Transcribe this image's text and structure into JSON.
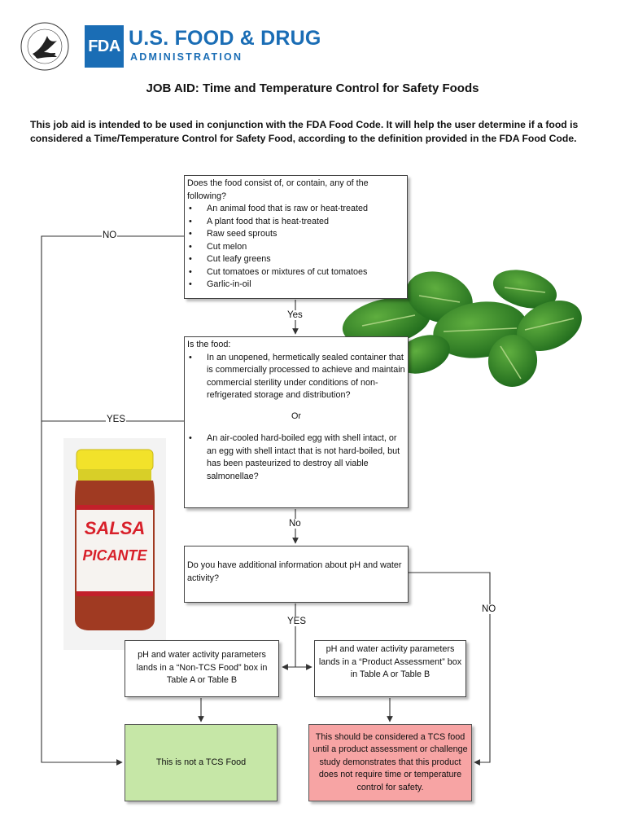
{
  "header": {
    "seal_name": "hhs-seal",
    "fda_logo_text": "FDA",
    "agency_name": "U.S. FOOD & DRUG",
    "agency_sub": "ADMINISTRATION",
    "brand_color": "#1a6db5"
  },
  "title": "JOB AID: Time and Temperature Control for Safety Foods",
  "intro": "This job aid is intended to be used in conjunction with the FDA Food Code.  It will help the user determine if a food is considered a Time/Temperature Control for Safety Food, according to the definition provided in the FDA Food Code.",
  "q1": {
    "question": "Does the food consist of, or contain,  any of the following?",
    "items": [
      "An animal food that is raw or heat-treated",
      "A plant food that is heat-treated",
      "Raw seed sprouts",
      "Cut melon",
      "Cut leafy greens",
      "Cut tomatoes or mixtures of cut tomatoes",
      "Garlic-in-oil"
    ]
  },
  "q2": {
    "question": "Is the food:",
    "item1": "In an unopened, hermetically sealed container that is commercially processed to achieve and maintain commercial sterility under conditions of non-refrigerated storage and distribution?",
    "or": "Or",
    "item2": "An air-cooled hard-boiled egg with shell intact, or an egg with shell intact that is not hard-boiled, but has been pasteurized to destroy all viable salmonellae?"
  },
  "q3": {
    "question": "Do you have additional information about pH and water activity?"
  },
  "non_tcs_box": "pH and water activity parameters lands in a “Non-TCS Food” box in Table A or Table B",
  "pa_box": "pH and water activity parameters lands in a “Product Assessment” box in Table A or Table B",
  "not_tcs_result": "This is not a TCS Food",
  "tcs_result": "This should be considered a TCS food until a product assessment or challenge study demonstrates that this product does not require time or temperature control for safety.",
  "labels": {
    "no_q1": "NO",
    "yes_q1": "Yes",
    "yes_q2": "YES",
    "no_q2": "No",
    "yes_q3": "YES",
    "no_q3": "NO"
  },
  "images": {
    "spinach": "spinach-leaves",
    "jar_label": "SALSA PICANTE"
  },
  "colors": {
    "not_tcs_fill": "#c6e7a7",
    "tcs_fill": "#f7a4a4",
    "salsa_label_text": "#d8202a",
    "jar_lid": "#f2e22a"
  }
}
